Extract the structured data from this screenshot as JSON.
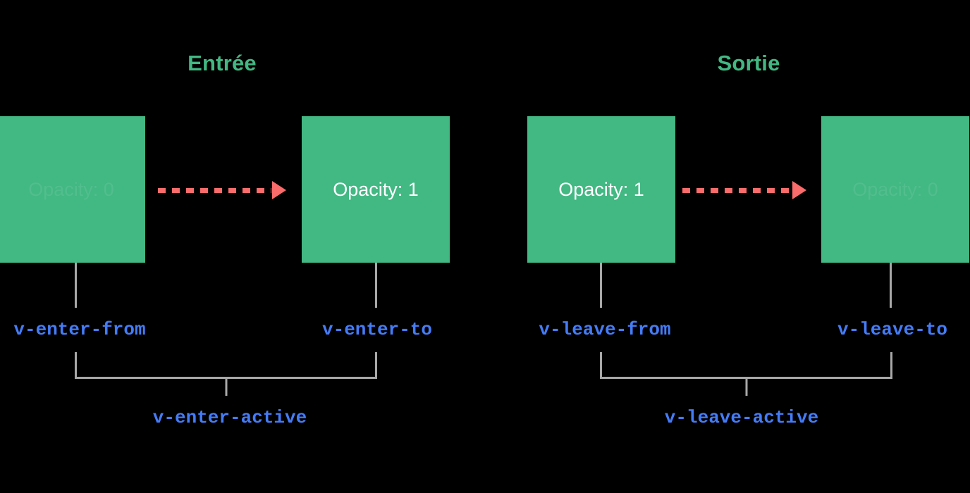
{
  "theme": {
    "background": "#000000",
    "box_green": "#42b883",
    "title_green": "#42b883",
    "arrow_salmon": "#fa6b6b",
    "class_blue": "#447cf7",
    "connector_gray": "#a8a8a8",
    "box_text_white": "#ffffff"
  },
  "diagram": {
    "sections": [
      {
        "id": "enter",
        "title": "Entrée",
        "from_box": {
          "label": "Opacity: 0",
          "faded": true
        },
        "to_box": {
          "label": "Opacity: 1",
          "faded": false
        },
        "from_class": "v-enter-from",
        "to_class": "v-enter-to",
        "active_class": "v-enter-active"
      },
      {
        "id": "leave",
        "title": "Sortie",
        "from_box": {
          "label": "Opacity: 1",
          "faded": false
        },
        "to_box": {
          "label": "Opacity: 0",
          "faded": true
        },
        "from_class": "v-leave-from",
        "to_class": "v-leave-to",
        "active_class": "v-leave-active"
      }
    ]
  }
}
